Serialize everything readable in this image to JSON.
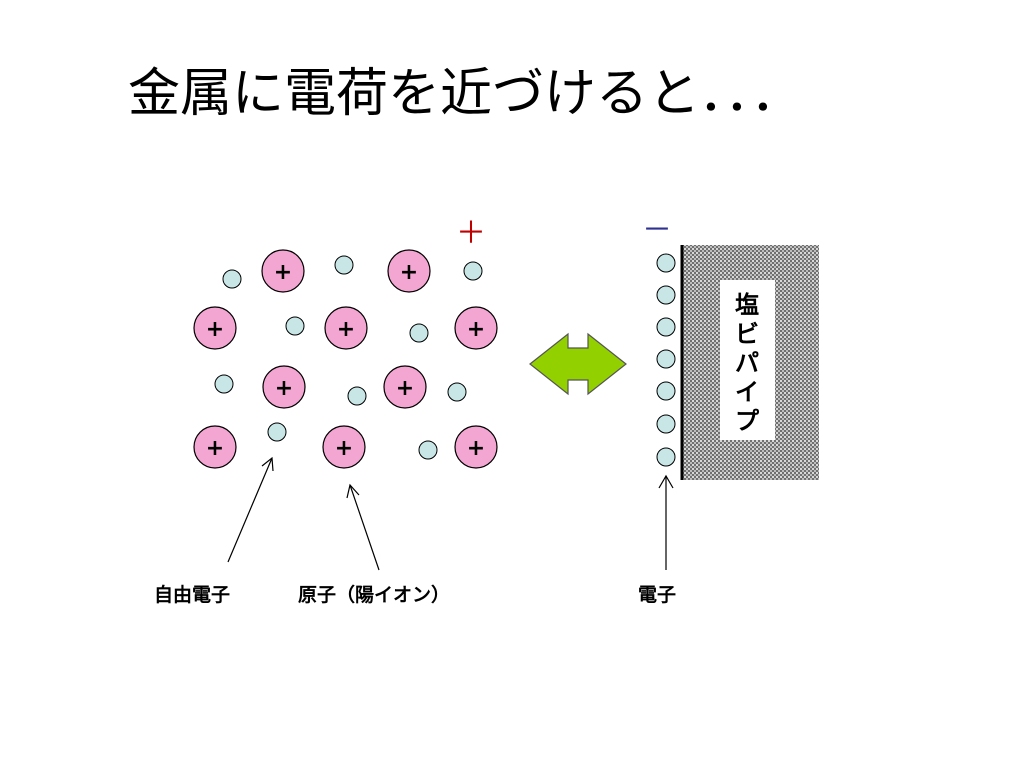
{
  "slide": {
    "title": "金属に電荷を近づけると．．．"
  },
  "diagram": {
    "ion_sign": "+",
    "charge_positive": "＋",
    "charge_negative": "－",
    "pipe_label": [
      "塩",
      "ビ",
      "パ",
      "イ",
      "プ"
    ],
    "captions": {
      "free_electron": "自由電子",
      "atom": "原子（陽イオン）",
      "electron": "電子"
    },
    "colors": {
      "ion_fill": "#f4a6d2",
      "electron_fill": "#c8e6e6",
      "arrow_fill": "#92d000",
      "positive_sign": "#c00000",
      "negative_sign": "#2e3192"
    }
  }
}
